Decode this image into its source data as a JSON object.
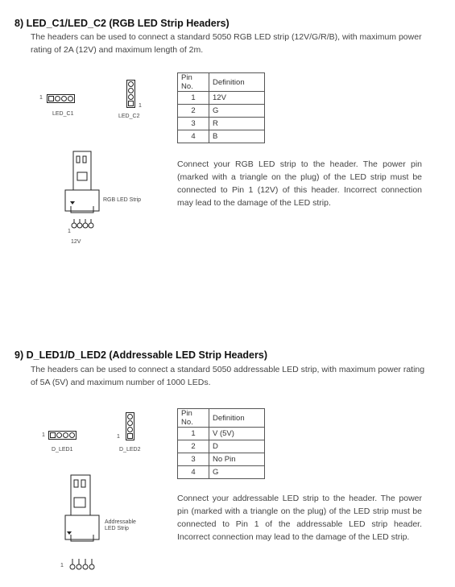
{
  "sections": [
    {
      "heading": "8) LED_C1/LED_C2 (RGB LED Strip Headers)",
      "desc": "The headers can be used to connect a standard 5050 RGB LED strip (12V/G/R/B), with maximum power rating of 2A (12V) and maximum length of 2m.",
      "header_h_label": "LED_C1",
      "header_v_label": "LED_C2",
      "pin1": "1",
      "strip_label": "RGB LED Strip",
      "plug_label": "12V",
      "table": {
        "col_pin": "Pin No.",
        "col_def": "Definition",
        "rows": [
          {
            "pin": "1",
            "def": "12V"
          },
          {
            "pin": "2",
            "def": "G"
          },
          {
            "pin": "3",
            "def": "R"
          },
          {
            "pin": "4",
            "def": "B"
          }
        ]
      },
      "paragraph": "Connect your RGB LED strip to the header. The power pin (marked with a triangle on the plug) of the LED strip must be connected to Pin 1 (12V) of this header. Incorrect connection may lead to the damage of the LED strip."
    },
    {
      "heading": "9) D_LED1/D_LED2 (Addressable LED Strip Headers)",
      "desc": "The headers can be used to connect a standard 5050 addressable LED strip, with maximum power rating of 5A (5V) and maximum number of 1000 LEDs.",
      "header_h_label": "D_LED1",
      "header_v_label": "D_LED2",
      "pin1": "1",
      "strip_label": "Addressable LED Strip",
      "table": {
        "col_pin": "Pin No.",
        "col_def": "Definition",
        "rows": [
          {
            "pin": "1",
            "def": "V (5V)"
          },
          {
            "pin": "2",
            "def": "D"
          },
          {
            "pin": "3",
            "def": "No Pin"
          },
          {
            "pin": "4",
            "def": "G"
          }
        ]
      },
      "paragraph": "Connect your addressable LED strip to the header. The power pin (marked with a triangle on the plug) of the LED strip must be connected to Pin 1 of the addressable LED strip header. Incorrect connection may lead to the damage of the LED strip."
    }
  ]
}
